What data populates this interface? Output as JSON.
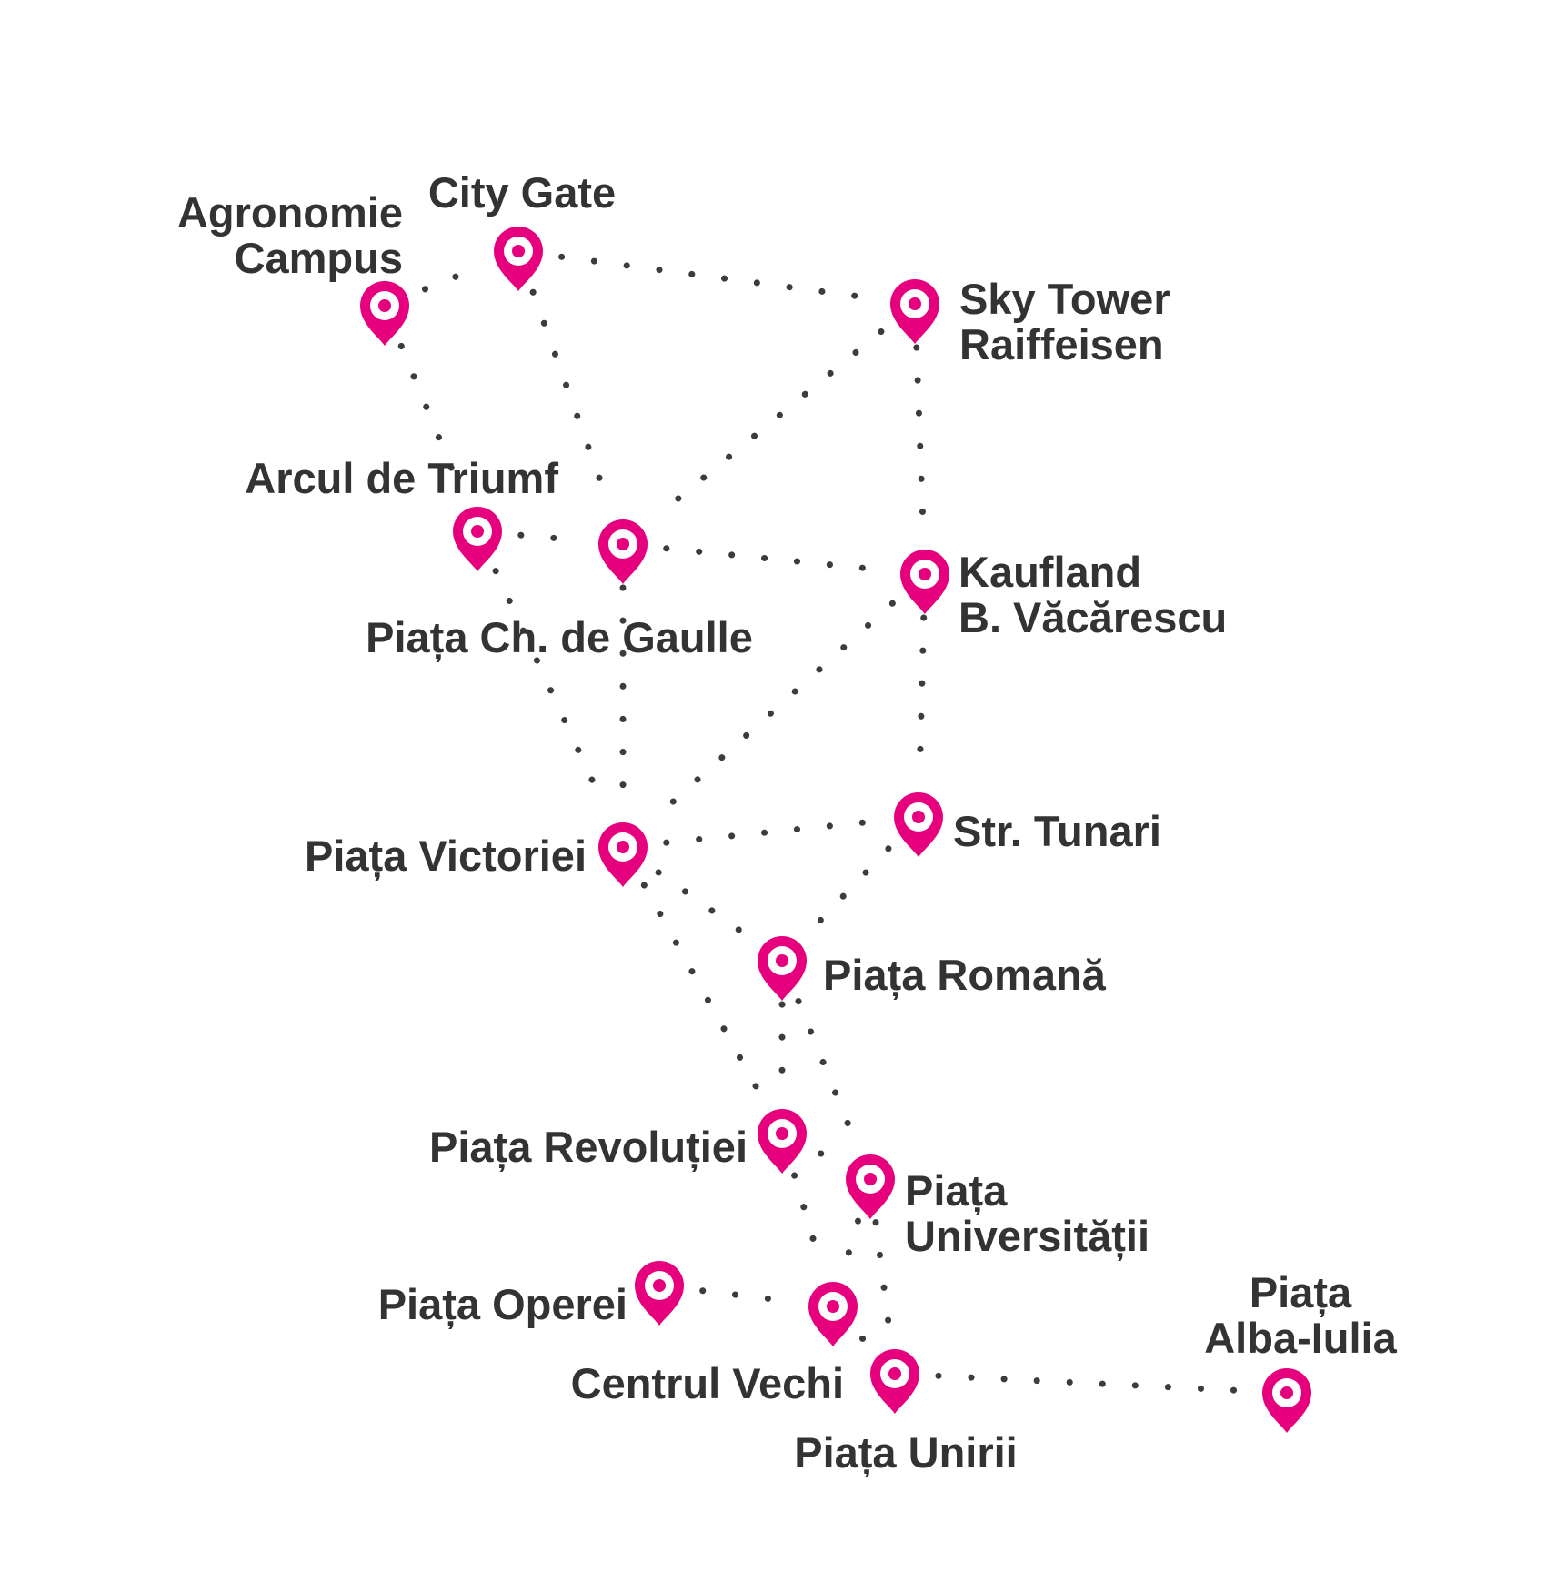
{
  "colors": {
    "pin": "#e6007e",
    "dots": "#3c3c3c",
    "label": "#333333",
    "background": "#ffffff"
  },
  "pin_icon": "map-pin-icon",
  "stations": [
    {
      "id": "agronomie",
      "lines": [
        "Agronomie",
        "Campus"
      ]
    },
    {
      "id": "city-gate",
      "lines": [
        "City Gate"
      ]
    },
    {
      "id": "sky-tower",
      "lines": [
        "Sky Tower",
        "Raiffeisen"
      ]
    },
    {
      "id": "arcul",
      "lines": [
        "Arcul de Triumf"
      ]
    },
    {
      "id": "ch-de-gaulle",
      "lines": [
        "Piața Ch. de Gaulle"
      ]
    },
    {
      "id": "kaufland",
      "lines": [
        "Kaufland",
        "B. Văcărescu"
      ]
    },
    {
      "id": "victoriei",
      "lines": [
        "Piața Victoriei"
      ]
    },
    {
      "id": "tunari",
      "lines": [
        "Str. Tunari"
      ]
    },
    {
      "id": "romana",
      "lines": [
        "Piața Romană"
      ]
    },
    {
      "id": "revolutiei",
      "lines": [
        "Piața Revoluției"
      ]
    },
    {
      "id": "universitatii",
      "lines": [
        "Piața",
        "Universității"
      ]
    },
    {
      "id": "operei",
      "lines": [
        "Piața Operei"
      ]
    },
    {
      "id": "centrul-vechi",
      "lines": [
        "Centrul Vechi"
      ]
    },
    {
      "id": "unirii",
      "lines": [
        "Piața Unirii"
      ]
    },
    {
      "id": "alba-iulia",
      "lines": [
        "Piața",
        "Alba-Iulia"
      ]
    }
  ],
  "connections": [
    [
      "agronomie",
      "city-gate"
    ],
    [
      "city-gate",
      "sky-tower"
    ],
    [
      "agronomie",
      "arcul"
    ],
    [
      "city-gate",
      "ch-de-gaulle"
    ],
    [
      "sky-tower",
      "ch-de-gaulle"
    ],
    [
      "sky-tower",
      "kaufland"
    ],
    [
      "arcul",
      "ch-de-gaulle"
    ],
    [
      "ch-de-gaulle",
      "kaufland"
    ],
    [
      "arcul",
      "victoriei"
    ],
    [
      "ch-de-gaulle",
      "victoriei"
    ],
    [
      "kaufland",
      "victoriei"
    ],
    [
      "kaufland",
      "tunari"
    ],
    [
      "victoriei",
      "tunari"
    ],
    [
      "victoriei",
      "romana"
    ],
    [
      "tunari",
      "romana"
    ],
    [
      "victoriei",
      "revolutiei"
    ],
    [
      "romana",
      "revolutiei"
    ],
    [
      "romana",
      "universitatii"
    ],
    [
      "revolutiei",
      "universitatii"
    ],
    [
      "revolutiei",
      "centrul-vechi"
    ],
    [
      "universitatii",
      "centrul-vechi"
    ],
    [
      "operei",
      "centrul-vechi"
    ],
    [
      "centrul-vechi",
      "unirii"
    ],
    [
      "universitatii",
      "unirii"
    ],
    [
      "unirii",
      "alba-iulia"
    ]
  ]
}
